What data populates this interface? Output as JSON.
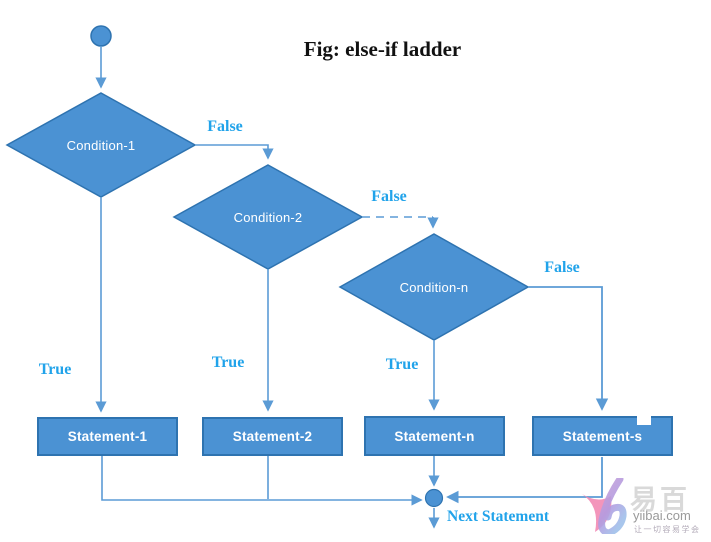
{
  "figure": {
    "title": "Fig: else-if ladder"
  },
  "flowchart": {
    "conditions": [
      {
        "label": "Condition-1"
      },
      {
        "label": "Condition-2"
      },
      {
        "label": "Condition-n"
      }
    ],
    "statements": [
      {
        "label": "Statement-1"
      },
      {
        "label": "Statement-2"
      },
      {
        "label": "Statement-n"
      },
      {
        "label": "Statement-s"
      }
    ],
    "branch_labels": {
      "false": "False",
      "true": "True"
    },
    "exit_label": "Next Statement"
  },
  "colors": {
    "shape_fill": "#4b92d3",
    "shape_border": "#2e73b0",
    "connector": "#5b9bd5",
    "branch_label": "#21a3ea",
    "title_text": "#111111"
  },
  "watermark": {
    "brand": "易百",
    "domain": "yiibai.com",
    "slogan": "让一切容易学会"
  }
}
